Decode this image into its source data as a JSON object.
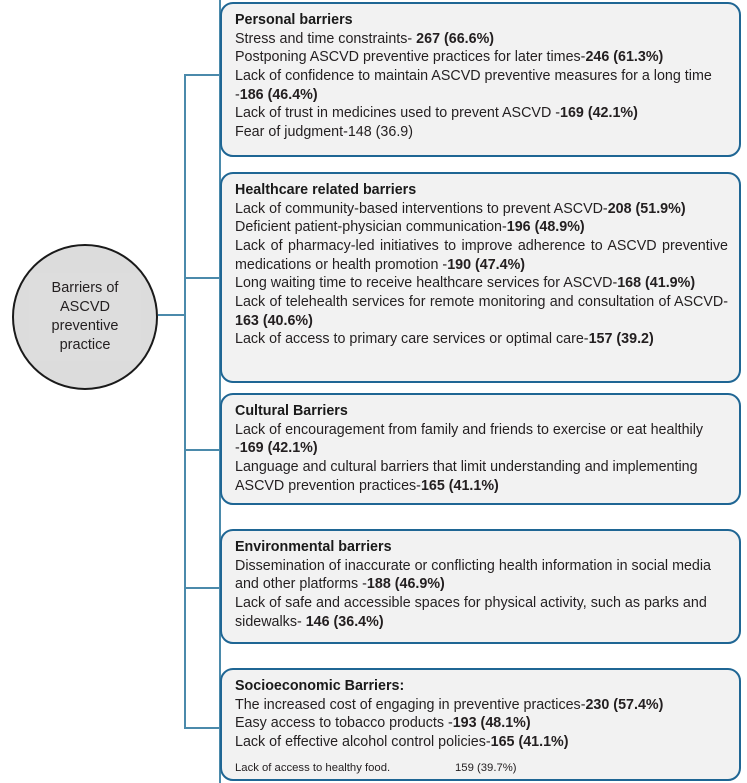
{
  "root": {
    "label": "Barriers of\nASCVD\npreventive\npractice"
  },
  "theme": {
    "box_border": "#1f6694",
    "box_fill": "#f2f2f2",
    "connector": "#4b8aab",
    "circle_fill": "#dcdcdc",
    "circle_border": "#1a1a1a",
    "text": "#231f20"
  },
  "categories": [
    {
      "title": "Personal barriers",
      "lines": [
        {
          "text": "Stress and time constraints- ",
          "value": "267 (66.6%)",
          "bold_value": true
        },
        {
          "text": "Postponing ASCVD preventive practices for later times-",
          "value": "246 (61.3%)",
          "bold_value": true
        },
        {
          "text": "Lack of confidence to maintain ASCVD preventive measures for a long time -",
          "value": "186 (46.4%)",
          "bold_value": true
        },
        {
          "text": "Lack of trust in medicines used to prevent ASCVD -",
          "value": "169 (42.1%)",
          "bold_value": true
        },
        {
          "text": "Fear of judgment-148 (36.9)",
          "value": "",
          "bold_value": false
        }
      ]
    },
    {
      "title": "Healthcare related barriers",
      "justified": true,
      "lines": [
        {
          "text": "Lack of community-based interventions to prevent ASCVD-",
          "value": "208 (51.9%)",
          "bold_value": true
        },
        {
          "text": "Deficient patient-physician communication-",
          "value": "196 (48.9%)",
          "bold_value": true
        },
        {
          "text": "Lack of pharmacy-led initiatives to improve adherence to ASCVD preventive medications or health promotion -",
          "value": "190 (47.4%)",
          "bold_value": true
        },
        {
          "text": "Long waiting time to receive healthcare services for ASCVD-",
          "value": "168 (41.9%)",
          "bold_value": true
        },
        {
          "text": "Lack of telehealth services for remote monitoring and consultation of ASCVD-",
          "value": "163 (40.6%)",
          "bold_value": true
        },
        {
          "text": "Lack of access to primary care services or optimal care-",
          "value": "157 (39.2)",
          "bold_value": true
        }
      ]
    },
    {
      "title": "Cultural Barriers",
      "lines": [
        {
          "text": "Lack of encouragement from family and friends to exercise or eat healthily -",
          "value": "169 (42.1%)",
          "bold_value": true
        },
        {
          "text": "Language and cultural barriers that limit understanding and implementing ASCVD prevention practices-",
          "value": "165 (41.1%)",
          "bold_value": true
        }
      ]
    },
    {
      "title": "Environmental barriers",
      "lines": [
        {
          "text": "Dissemination of inaccurate or conflicting health information in social media and other platforms -",
          "value": "188 (46.9%)",
          "bold_value": true
        },
        {
          "text": "Lack of safe and accessible spaces for physical activity, such as parks and sidewalks- ",
          "value": "146 (36.4%)",
          "bold_value": true
        }
      ]
    },
    {
      "title": "Socioeconomic Barriers:",
      "lines": [
        {
          "text": "The increased cost of engaging in preventive practices-",
          "value": "230 (57.4%)",
          "bold_value": true
        },
        {
          "text": "Easy access to tobacco products -",
          "value": "193 (48.1%)",
          "bold_value": true
        },
        {
          "text": "Lack of effective alcohol control policies-",
          "value": "165 (41.1%)",
          "bold_value": true
        }
      ],
      "footnote": {
        "label": "Lack of access to healthy food.",
        "value": "159 (39.7%)"
      }
    }
  ]
}
